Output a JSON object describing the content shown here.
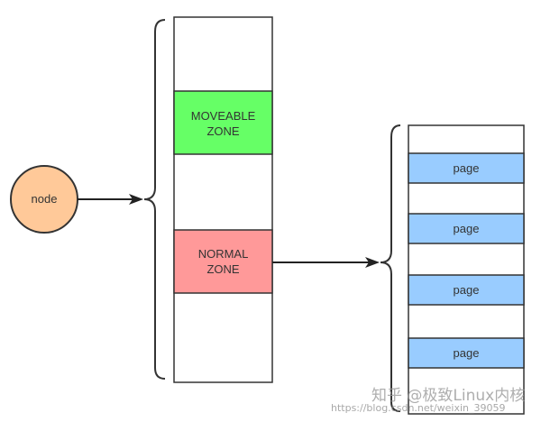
{
  "node": {
    "label": "node",
    "fill": "#ffc999",
    "stroke": "#333333"
  },
  "zones": {
    "moveable": {
      "line1": "MOVEABLE",
      "line2": "ZONE",
      "fill": "#66ff66"
    },
    "normal": {
      "line1": "NORMAL",
      "line2": "ZONE",
      "fill": "#ff9999"
    }
  },
  "pages": {
    "fill": "#99ccff",
    "items": [
      {
        "label": "page"
      },
      {
        "label": "page"
      },
      {
        "label": "page"
      },
      {
        "label": "page"
      }
    ]
  },
  "watermark": {
    "primary": "知乎 @极致Linux内核",
    "secondary": "https://blog.csdn.net/weixin_39059"
  }
}
